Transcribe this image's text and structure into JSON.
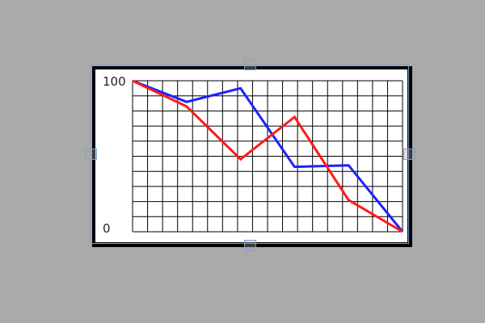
{
  "chart_data": {
    "type": "line",
    "x": [
      0,
      1,
      2,
      3,
      4,
      5
    ],
    "xlim": [
      0,
      5
    ],
    "ylim": [
      0,
      100
    ],
    "grid": true,
    "grid_columns": 18,
    "grid_rows": 10,
    "y_ticks": [
      "0",
      "100"
    ],
    "series": [
      {
        "color": "#1a22ff",
        "values": [
          100,
          86,
          95,
          43,
          44,
          0
        ]
      },
      {
        "color": "#ff1a1a",
        "values": [
          100,
          83,
          48,
          76,
          21,
          0
        ]
      }
    ]
  },
  "colors": {
    "background": "#aaaaaa",
    "frame": "#000000",
    "selection": "#7f9fd6"
  }
}
